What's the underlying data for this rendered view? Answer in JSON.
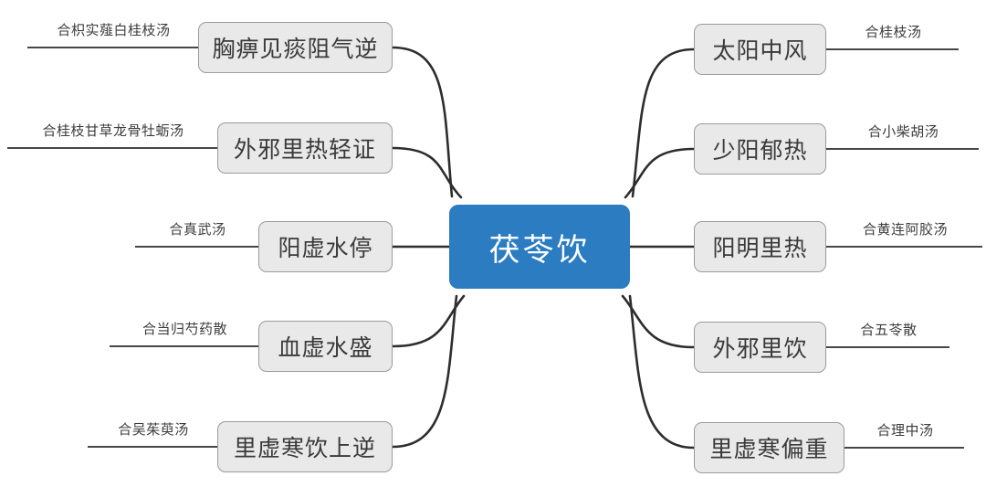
{
  "diagram": {
    "type": "mind-map",
    "title": "茯苓饮",
    "center": {
      "label": "茯苓饮",
      "color": "#2b7cc0",
      "text_color": "#ffffff"
    },
    "node_style": {
      "fill": "#e9e9e9",
      "border": "#9b9b9b",
      "text_color": "#3a3a3a",
      "connector": "#2d2d2d"
    },
    "branches_left": [
      {
        "node": "胸痹见痰阻气逆",
        "leaf": "合枳实薤白桂枝汤"
      },
      {
        "node": "外邪里热轻证",
        "leaf": "合桂枝甘草龙骨牡蛎汤"
      },
      {
        "node": "阳虚水停",
        "leaf": "合真武汤"
      },
      {
        "node": "血虚水盛",
        "leaf": "合当归芍药散"
      },
      {
        "node": "里虚寒饮上逆",
        "leaf": "合吴茱萸汤"
      }
    ],
    "branches_right": [
      {
        "node": "太阳中风",
        "leaf": "合桂枝汤"
      },
      {
        "node": "少阳郁热",
        "leaf": "合小柴胡汤"
      },
      {
        "node": "阳明里热",
        "leaf": "合黄连阿胶汤"
      },
      {
        "node": "外邪里饮",
        "leaf": "合五苓散"
      },
      {
        "node": "里虚寒偏重",
        "leaf": "合理中汤"
      }
    ]
  }
}
